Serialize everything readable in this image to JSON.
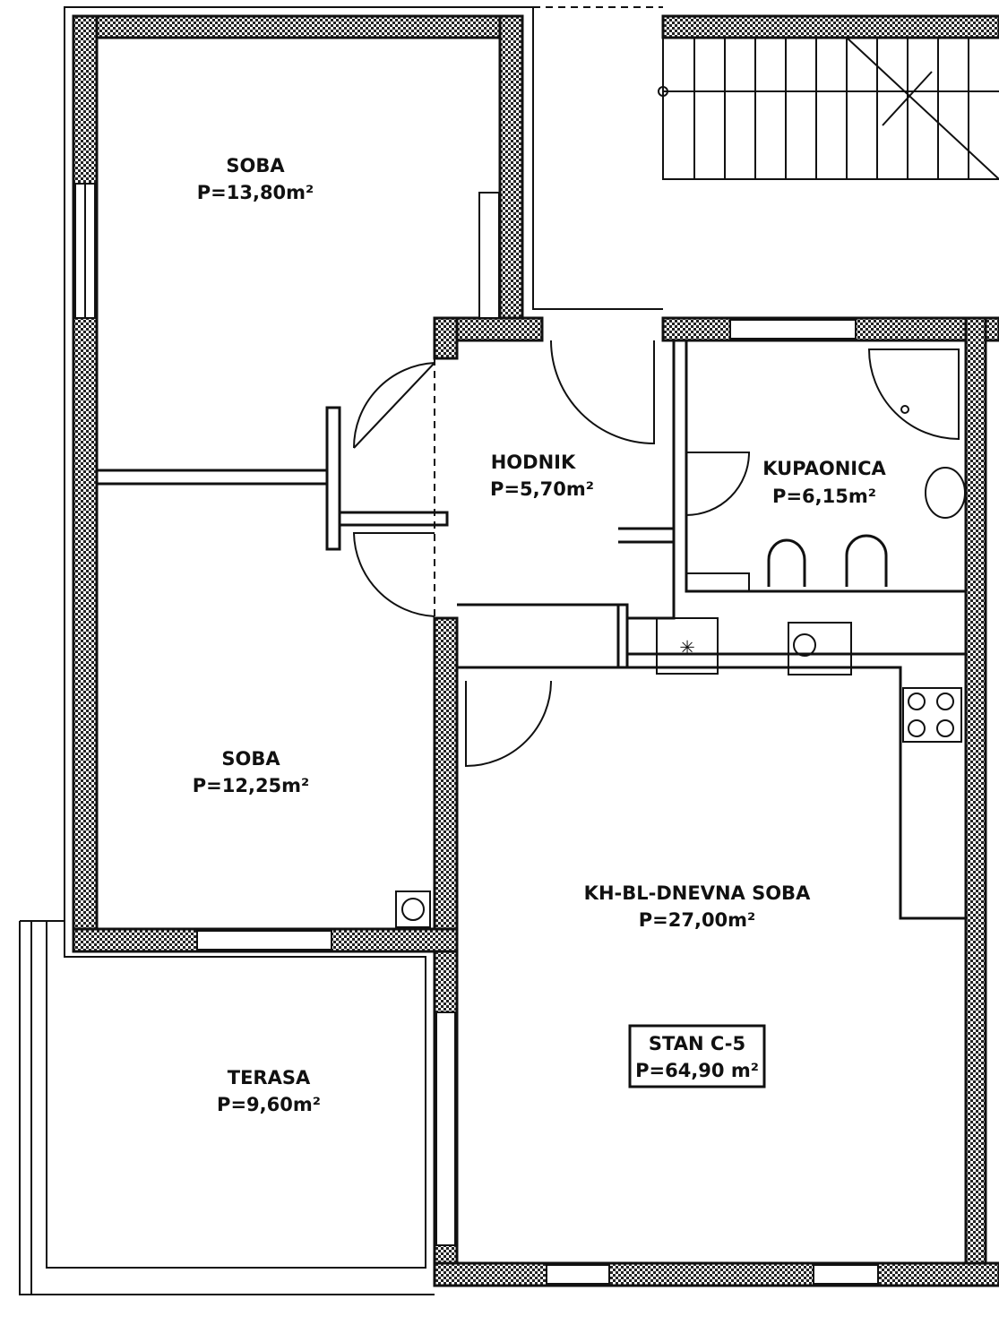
{
  "plan": {
    "rooms": [
      {
        "name": "SOBA",
        "area": "P=13,80m²"
      },
      {
        "name": "SOBA",
        "area": "P=12,25m²"
      },
      {
        "name": "HODNIK",
        "area": "P=5,70m²"
      },
      {
        "name": "KUPAONICA",
        "area": "P=6,15m²"
      },
      {
        "name": "KH-BL-DNEVNA SOBA",
        "area": "P=27,00m²"
      },
      {
        "name": "TERASA",
        "area": "P=9,60m²"
      }
    ],
    "apartment": {
      "name": "STAN C-5",
      "area": "P=64,90 m²"
    },
    "colors": {
      "wall_line": "#111111",
      "background": "#ffffff"
    }
  }
}
